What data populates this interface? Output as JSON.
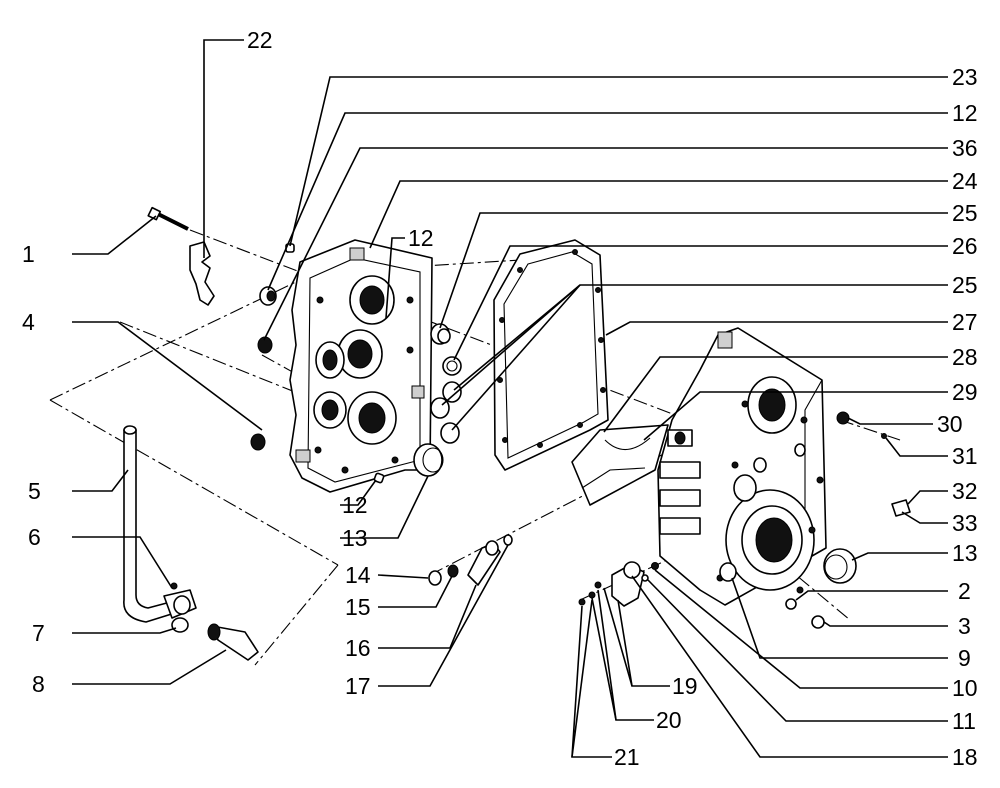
{
  "callouts": {
    "c1": "1",
    "c2": "2",
    "c3": "3",
    "c4": "4",
    "c5": "5",
    "c6": "6",
    "c7": "7",
    "c8": "8",
    "c9": "9",
    "c10": "10",
    "c11": "11",
    "c12a": "12",
    "c12b": "12",
    "c12c": "12",
    "c13a": "13",
    "c13b": "13",
    "c14": "14",
    "c15": "15",
    "c16": "16",
    "c17": "17",
    "c18": "18",
    "c19": "19",
    "c20": "20",
    "c21": "21",
    "c22": "22",
    "c23": "23",
    "c24": "24",
    "c25a": "25",
    "c25b": "25",
    "c26": "26",
    "c27": "27",
    "c28": "28",
    "c29": "29",
    "c30": "30",
    "c31": "31",
    "c32": "32",
    "c33": "33",
    "c36": "36"
  }
}
